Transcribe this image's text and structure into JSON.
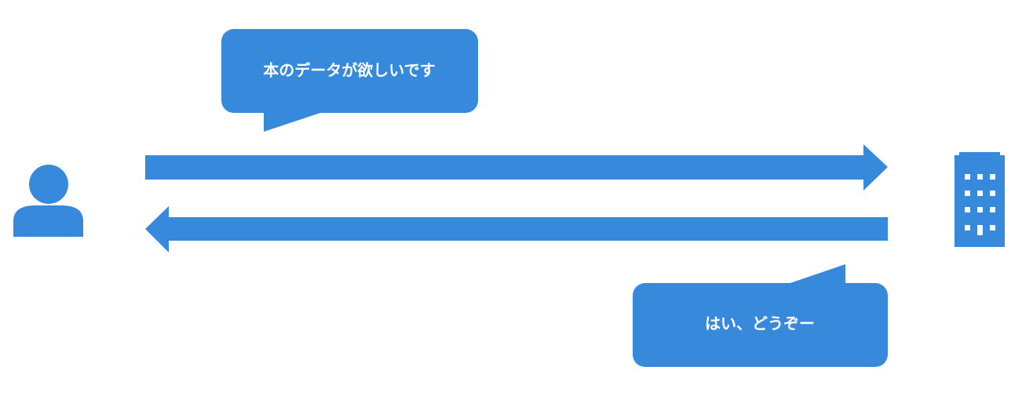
{
  "colors": {
    "accent": "#3789DC",
    "text_on_accent": "#FFFFFF",
    "background": "#FFFFFF"
  },
  "actors": {
    "user": {
      "icon": "person-icon"
    },
    "organization": {
      "icon": "building-icon"
    }
  },
  "messages": {
    "request": {
      "text": "本のデータが欲しいです",
      "direction": "user-to-organization"
    },
    "response": {
      "text": "はい、どうぞー",
      "direction": "organization-to-user"
    }
  }
}
